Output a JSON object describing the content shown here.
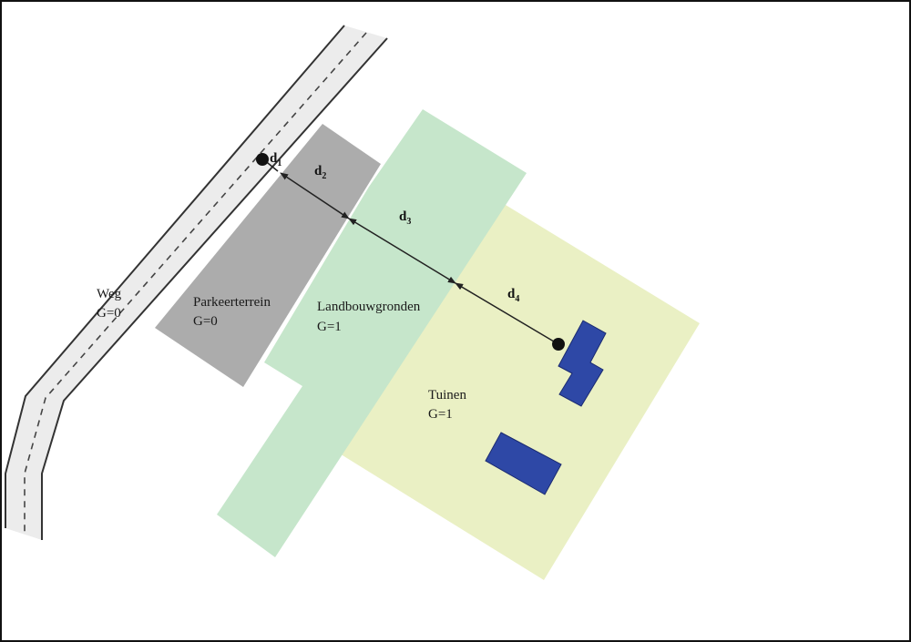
{
  "colors": {
    "road_fill": "#ececec",
    "road_edge": "#333333",
    "parking": "#acacac",
    "farmland": "#c6e6cb",
    "gardens": "#eaf0c4",
    "building": "#2e48a6",
    "building_edge": "#1a2a70",
    "line": "#222222"
  },
  "zones": {
    "road": {
      "name": "Weg",
      "g": "G=0"
    },
    "parking": {
      "name": "Parkeerterrein",
      "g": "G=0"
    },
    "farmland": {
      "name": "Landbouwgronden",
      "g": "G=1"
    },
    "gardens": {
      "name": "Tuinen",
      "g": "G=1"
    }
  },
  "distances": {
    "d1": {
      "letter": "d",
      "sub": "1"
    },
    "d2": {
      "letter": "d",
      "sub": "2"
    },
    "d3": {
      "letter": "d",
      "sub": "3"
    },
    "d4": {
      "letter": "d",
      "sub": "4"
    }
  }
}
